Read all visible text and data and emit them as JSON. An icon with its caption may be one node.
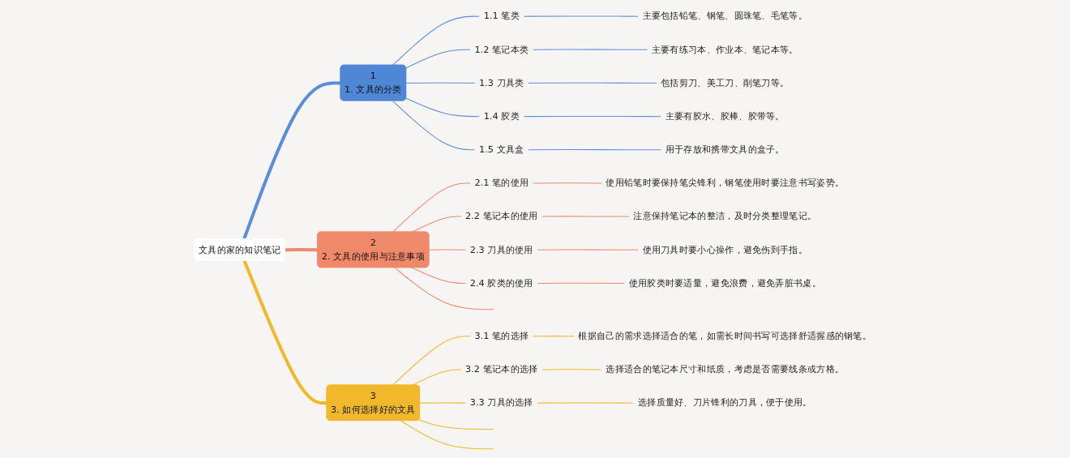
{
  "diagram": {
    "nodes": [
      {
        "text": [
          "文具的家的知识笔记"
        ]
      },
      {
        "text": [
          "1",
          "1. 文具的分类"
        ]
      },
      {
        "text": [
          "1.1 笔类"
        ]
      },
      {
        "text": [
          "主要包括铅笔、钢笔、圆珠笔、毛笔等。"
        ]
      },
      {
        "text": [
          "1.2 笔记本类"
        ]
      },
      {
        "text": [
          "主要有练习本、作业本、笔记本等。"
        ]
      },
      {
        "text": [
          "1.3 刀具类"
        ]
      },
      {
        "text": [
          "包括剪刀、美工刀、削笔刀等。"
        ]
      },
      {
        "text": [
          "1.4 胶类"
        ]
      },
      {
        "text": [
          "主要有胶水、胶棒、胶带等。"
        ]
      },
      {
        "text": [
          "1.5 文具盒"
        ]
      },
      {
        "text": [
          "用于存放和携带文具的盒子。"
        ]
      },
      {
        "text": [
          "2",
          "2. 文具的使用与注意事项"
        ]
      },
      {
        "text": [
          "2.1 笔的使用"
        ]
      },
      {
        "text": [
          "使用铅笔时要保持笔尖锋利，钢笔使用时要注意书写姿势。"
        ]
      },
      {
        "text": [
          "2.2 笔记本的使用"
        ]
      },
      {
        "text": [
          "注意保持笔记本的整洁，及时分类整理笔记。"
        ]
      },
      {
        "text": [
          "2.3 刀具的使用"
        ]
      },
      {
        "text": [
          "使用刀具时要小心操作，避免伤到手指。"
        ]
      },
      {
        "text": [
          "2.4 胶类的使用"
        ]
      },
      {
        "text": [
          "使用胶类时要适量，避免浪费，避免弄脏书桌。"
        ]
      },
      {
        "text": [
          "3",
          "3. 如何选择好的文具"
        ]
      },
      {
        "text": [
          "3.1 笔的选择"
        ]
      },
      {
        "text": [
          "根据自己的需求选择适合的笔，如需长时间书写可选择舒适握感的钢笔。"
        ]
      },
      {
        "text": [
          "3.2 笔记本的选择"
        ]
      },
      {
        "text": [
          "选择适合的笔记本尺寸和纸质，考虑是否需要线条或方格。"
        ]
      },
      {
        "text": [
          "3.3 刀具的选择"
        ]
      },
      {
        "text": [
          "选择质量好、刀片锋利的刀具，便于使用。"
        ]
      }
    ],
    "edges": [
      {
        "from": 0,
        "to": 1,
        "arrow": "none",
        "style": "thick",
        "color": "#5b8ed8"
      },
      {
        "from": 1,
        "to": 2,
        "arrow": "none",
        "color": "#5b8ed8"
      },
      {
        "from": 2,
        "to": 3,
        "arrow": "none",
        "color": "#5b8ed8"
      },
      {
        "from": 1,
        "to": 4,
        "arrow": "none",
        "color": "#5b8ed8"
      },
      {
        "from": 4,
        "to": 5,
        "arrow": "none",
        "color": "#5b8ed8"
      },
      {
        "from": 1,
        "to": 6,
        "arrow": "none",
        "color": "#5b8ed8"
      },
      {
        "from": 6,
        "to": 7,
        "arrow": "none",
        "color": "#5b8ed8"
      },
      {
        "from": 1,
        "to": 8,
        "arrow": "none",
        "color": "#5b8ed8"
      },
      {
        "from": 8,
        "to": 9,
        "arrow": "none",
        "color": "#5b8ed8"
      },
      {
        "from": 1,
        "to": 10,
        "arrow": "none",
        "color": "#5b8ed8"
      },
      {
        "from": 10,
        "to": 11,
        "arrow": "none",
        "color": "#5b8ed8"
      },
      {
        "from": 0,
        "to": 12,
        "arrow": "none",
        "style": "thick",
        "color": "#f0886a"
      },
      {
        "from": 12,
        "to": 13,
        "arrow": "none",
        "color": "#f0886a"
      },
      {
        "from": 13,
        "to": 14,
        "arrow": "none",
        "color": "#f0886a"
      },
      {
        "from": 12,
        "to": 15,
        "arrow": "none",
        "color": "#f0886a"
      },
      {
        "from": 15,
        "to": 16,
        "arrow": "none",
        "color": "#f0886a"
      },
      {
        "from": 12,
        "to": 17,
        "arrow": "none",
        "color": "#f0886a"
      },
      {
        "from": 17,
        "to": 18,
        "arrow": "none",
        "color": "#f0886a"
      },
      {
        "from": 12,
        "to": 19,
        "arrow": "none",
        "color": "#f0886a"
      },
      {
        "from": 19,
        "to": 20,
        "arrow": "none",
        "color": "#f0886a"
      },
      {
        "from": 12,
        "to": null,
        "arrow": "none",
        "color": "#f0886a"
      },
      {
        "from": 0,
        "to": 21,
        "arrow": "none",
        "style": "thick",
        "color": "#f0b82a"
      },
      {
        "from": 21,
        "to": 22,
        "arrow": "none",
        "color": "#f0b82a"
      },
      {
        "from": 22,
        "to": 23,
        "arrow": "none",
        "color": "#f0b82a"
      },
      {
        "from": 21,
        "to": 24,
        "arrow": "none",
        "color": "#f0b82a"
      },
      {
        "from": 24,
        "to": 25,
        "arrow": "none",
        "color": "#f0b82a"
      },
      {
        "from": 21,
        "to": 26,
        "arrow": "none",
        "color": "#f0b82a"
      },
      {
        "from": 26,
        "to": 27,
        "arrow": "none",
        "color": "#f0b82a"
      },
      {
        "from": 21,
        "to": null,
        "arrow": "none",
        "color": "#f0b82a"
      },
      {
        "from": 21,
        "to": null,
        "arrow": "none",
        "color": "#f0b82a"
      }
    ]
  }
}
